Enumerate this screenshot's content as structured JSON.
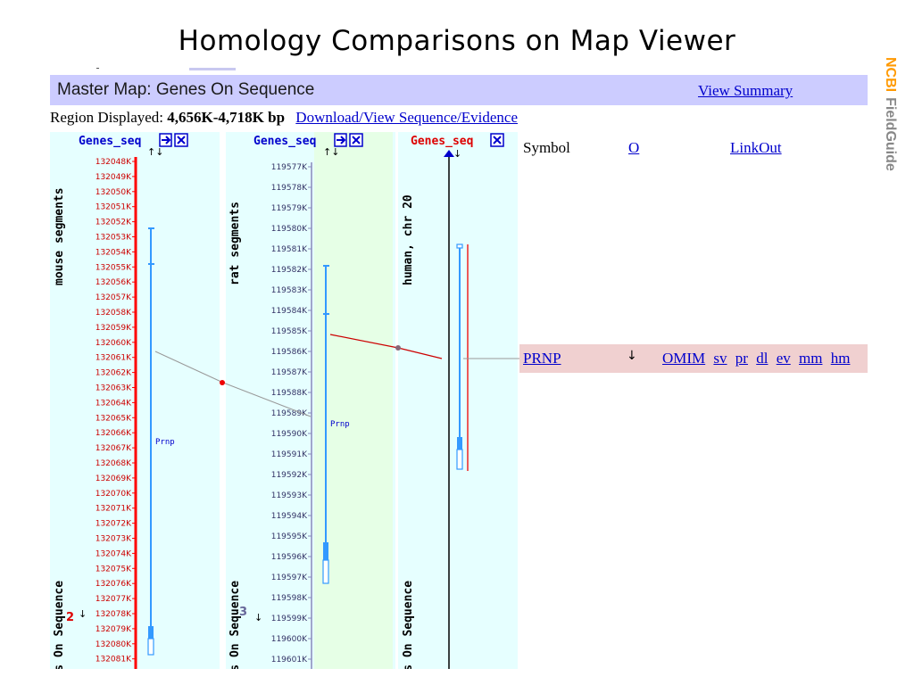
{
  "slide": {
    "title": "Homology Comparisons on Map Viewer",
    "brand_ncbi": "NCBI",
    "brand_fieldguide": "FieldGuide"
  },
  "master": {
    "title": "Master Map: Genes On Sequence",
    "view_summary": "View Summary"
  },
  "region": {
    "label": "Region Displayed:",
    "value": "4,656K-4,718K bp",
    "link": "Download/View Sequence/Evidence"
  },
  "columns": [
    {
      "header": "Genes_seq",
      "header_color": "#0000cc",
      "side_label": "mouse segments",
      "bottom_label": "Genes On Sequence",
      "segment_number": "2",
      "segment_color": "#dd0000",
      "gene_label": "Prnp",
      "tick_color": "#ff0000",
      "ticks": [
        "132048K",
        "132049K",
        "132050K",
        "132051K",
        "132052K",
        "132053K",
        "132054K",
        "132055K",
        "132056K",
        "132057K",
        "132058K",
        "132059K",
        "132060K",
        "132061K",
        "132062K",
        "132063K",
        "132064K",
        "132065K",
        "132066K",
        "132067K",
        "132068K",
        "132069K",
        "132070K",
        "132071K",
        "132072K",
        "132073K",
        "132074K",
        "132075K",
        "132076K",
        "132077K",
        "132078K",
        "132079K",
        "132080K",
        "132081K"
      ]
    },
    {
      "header": "Genes_seq",
      "header_color": "#0000cc",
      "side_label": "rat segments",
      "bottom_label": "Genes On Sequence",
      "segment_number": "3",
      "segment_color": "#666699",
      "gene_label": "Prnp",
      "tick_color": "#8888bb",
      "ticks": [
        "119577K",
        "119578K",
        "119579K",
        "119580K",
        "119581K",
        "119582K",
        "119583K",
        "119584K",
        "119585K",
        "119586K",
        "119587K",
        "119588K",
        "119589K",
        "119590K",
        "119591K",
        "119592K",
        "119593K",
        "119594K",
        "119595K",
        "119596K",
        "119597K",
        "119598K",
        "119599K",
        "119600K",
        "119601K"
      ]
    },
    {
      "header": "Genes_seq",
      "header_color": "#dd0000",
      "side_label": "human, chr 20",
      "bottom_label": "Genes On Sequence"
    }
  ],
  "gene_table": {
    "headers": {
      "symbol": "Symbol",
      "o": "O",
      "linkout": "LinkOut"
    },
    "rows": [
      {
        "symbol": "PRNP",
        "orientation": "↓",
        "links": [
          "OMIM",
          "sv",
          "pr",
          "dl",
          "ev",
          "mm",
          "hm"
        ]
      }
    ]
  },
  "colors": {
    "master_bar": "#ccccff",
    "mouse_bg": "#e6ffff",
    "rat_bg": "#e6ffe6",
    "human_bg": "#e6ffff",
    "gene_bar": "#3399ff",
    "highlight_row": "#f0d0d0",
    "link": "#0000cc"
  }
}
